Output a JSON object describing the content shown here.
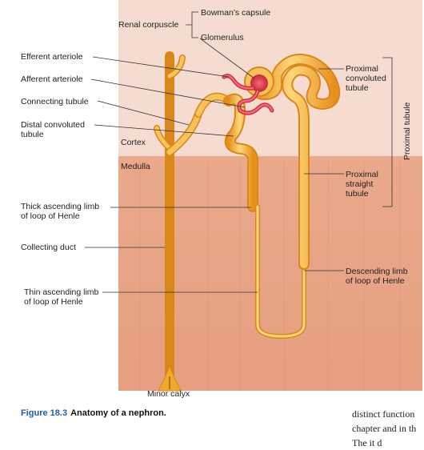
{
  "labels": {
    "renal_corpuscle": "Renal corpuscle",
    "bowmans_capsule": "Bowman's capsule",
    "glomerulus": "Glomerulus",
    "efferent_arteriole": "Efferent arteriole",
    "afferent_arteriole": "Afferent arteriole",
    "connecting_tubule": "Connecting tubule",
    "distal_convoluted_tubule_1": "Distal convoluted",
    "distal_convoluted_tubule_2": "tubule",
    "cortex": "Cortex",
    "medulla": "Medulla",
    "thick_ascending_1": "Thick ascending limb",
    "thick_ascending_2": "of loop of Henle",
    "collecting_duct": "Collecting duct",
    "thin_ascending_1": "Thin ascending limb",
    "thin_ascending_2": "of loop of Henle",
    "minor_calyx": "Minor calyx",
    "proximal_convoluted_1": "Proximal",
    "proximal_convoluted_2": "convoluted",
    "proximal_convoluted_3": "tubule",
    "proximal_straight_1": "Proximal",
    "proximal_straight_2": "straight",
    "proximal_straight_3": "tubule",
    "descending_limb_1": "Descending limb",
    "descending_limb_2": "of loop of Henle",
    "proximal_tubule": "Proximal tubule"
  },
  "caption": {
    "figure_number": "Figure 18.3",
    "title": "Anatomy of a nephron."
  },
  "body_text": {
    "line1": "distinct function",
    "line2": "chapter and in th",
    "line3": "The    it d"
  },
  "colors": {
    "cortex_bg": "#f6dcd0",
    "medulla_bg": "#e8a486",
    "tubule": "#f2a829",
    "tubule_light": "#ffd77a",
    "vessel": "#e0404e",
    "caption_blue": "#1a5fa8"
  }
}
